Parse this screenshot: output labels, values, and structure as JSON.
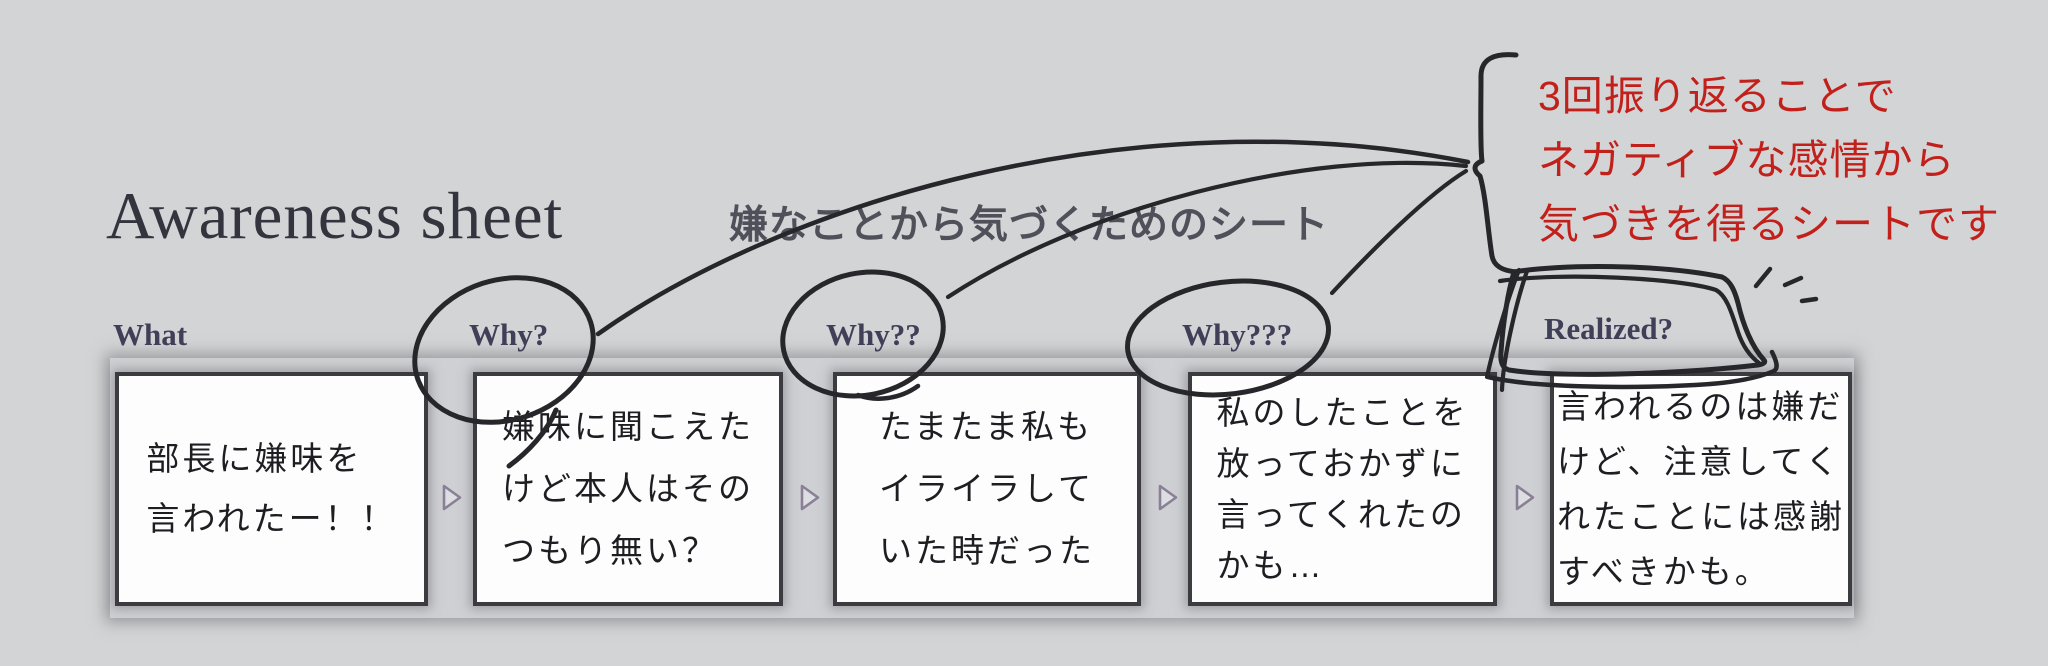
{
  "title": "Awareness sheet",
  "subtitle": "嫌なことから気づくためのシート",
  "annotation": {
    "color": "#c2201a",
    "lines": [
      "3回振り返ることで",
      "ネガティブな感情から",
      "気づきを得るシートです"
    ]
  },
  "columns": [
    {
      "header": "What",
      "circled": false,
      "lines": [
        "部長に嫌味を",
        "言われたー！！"
      ]
    },
    {
      "header": "Why?",
      "circled": true,
      "lines": [
        "嫌味に聞こえた",
        "けど本人はその",
        "つもり無い？"
      ]
    },
    {
      "header": "Why??",
      "circled": true,
      "lines": [
        "たまたま私も",
        "イライラして",
        "いた時だった"
      ]
    },
    {
      "header": "Why???",
      "circled": true,
      "lines": [
        "私のしたことを",
        "放っておかずに",
        "言ってくれたの",
        "かも…"
      ]
    },
    {
      "header": "Realized?",
      "circled": false,
      "framed": true,
      "lines": [
        "言われるのは嫌だ",
        "けど、注意してく",
        "れたことには感謝",
        "すべきかも。"
      ]
    }
  ],
  "flow": {
    "arrow_icon": "right-triangle-arrow",
    "arrow_count": 4
  },
  "hand_drawn": {
    "ink_color": "#27272b",
    "elements": [
      "circle-around-why1",
      "circle-around-why2",
      "circle-around-why3",
      "banner-frame-around-realized",
      "three-curves-to-annotation",
      "annotation-bracket",
      "emphasis-dashes"
    ]
  },
  "colors": {
    "background": "#d3d4d6",
    "box_fill": "#fdfdfe",
    "box_border": "#3c3c40",
    "header_text": "#3f3f58",
    "annotation_red": "#c2201a",
    "ink": "#27272b"
  }
}
